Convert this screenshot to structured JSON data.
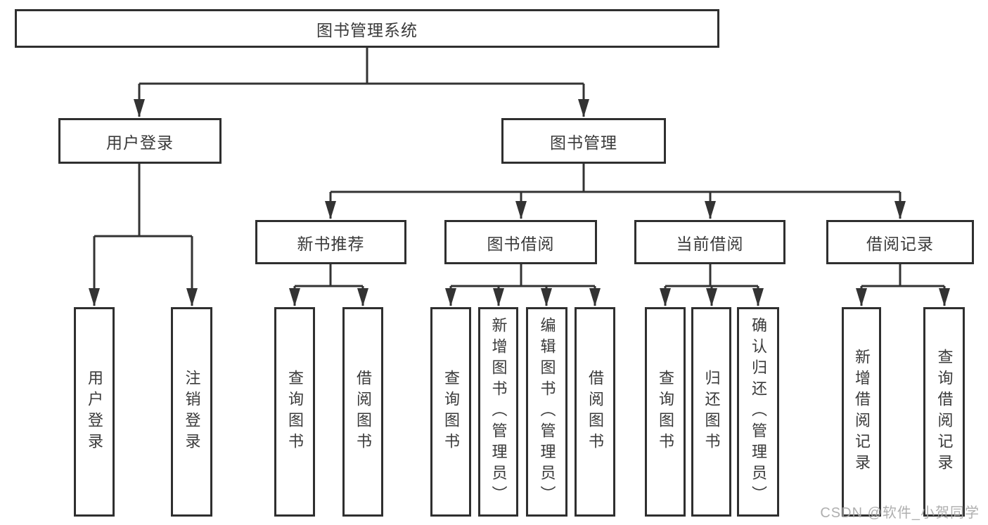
{
  "tree": {
    "label": "图书管理系统",
    "children": [
      {
        "label": "用户登录",
        "children": [
          {
            "label": "用户登录"
          },
          {
            "label": "注销登录"
          }
        ]
      },
      {
        "label": "图书管理",
        "children": [
          {
            "label": "新书推荐",
            "children": [
              {
                "label": "查询图书"
              },
              {
                "label": "借阅图书"
              }
            ]
          },
          {
            "label": "图书借阅",
            "children": [
              {
                "label": "查询图书"
              },
              {
                "label": "新增图书（管理员）"
              },
              {
                "label": "编辑图书（管理员）"
              },
              {
                "label": "借阅图书"
              }
            ]
          },
          {
            "label": "当前借阅",
            "children": [
              {
                "label": "查询图书"
              },
              {
                "label": "归还图书"
              },
              {
                "label": "确认归还（管理员）"
              }
            ]
          },
          {
            "label": "借阅记录",
            "children": [
              {
                "label": "新增借阅记录"
              },
              {
                "label": "查询借阅记录"
              }
            ]
          }
        ]
      }
    ]
  },
  "watermark": {
    "text": "CSDN @软件_小贺同学"
  },
  "colors": {
    "line": "#333333",
    "border": "#2f2f2f",
    "text": "#3a3a3a",
    "watermark": "#a8a8a8",
    "background": "#ffffff"
  }
}
